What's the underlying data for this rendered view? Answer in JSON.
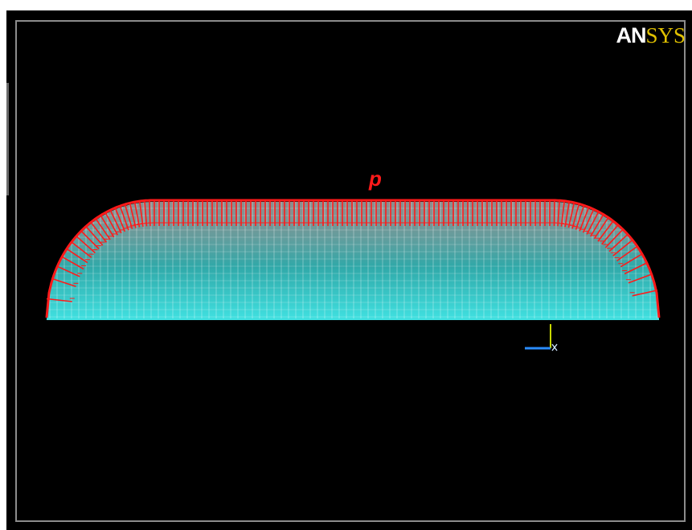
{
  "window": {
    "background": "#000000",
    "frame_color": "#8c8c8c"
  },
  "logo": {
    "part1": "AN",
    "part2": "SYS",
    "part1_color": "#ffffff",
    "part2_color": "#e0c000"
  },
  "load_label": {
    "text": "p",
    "color": "#ff1a1a"
  },
  "model": {
    "mesh_color": "#40e0e0",
    "load_arrow_color": "#ff1a1a",
    "element_edge_color": "#ffffff"
  },
  "triad": {
    "y_axis_color": "#c8d800",
    "x_axis_color": "#2a8cff"
  }
}
